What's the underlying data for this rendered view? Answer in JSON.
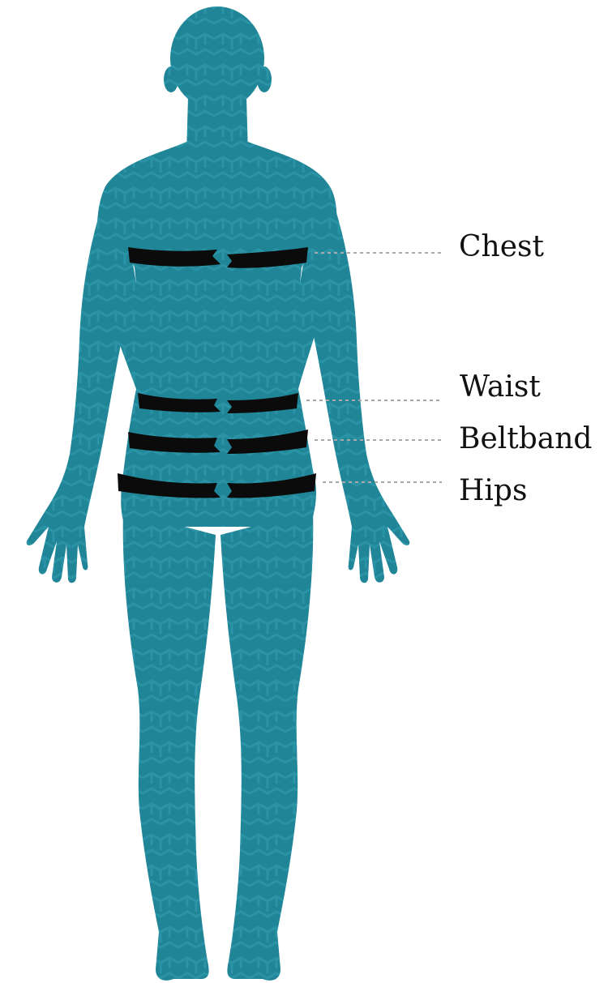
{
  "diagram": {
    "figure": "human-body-front-silhouette",
    "colors": {
      "body": "#1f8597",
      "pattern": "#2a93a5",
      "band": "#0b0b0b",
      "leader": "#a8a8a8",
      "label_text": "#111111"
    },
    "measurements": [
      {
        "id": "chest",
        "label": "Chest"
      },
      {
        "id": "waist",
        "label": "Waist"
      },
      {
        "id": "beltband",
        "label": "Beltband"
      },
      {
        "id": "hips",
        "label": "Hips"
      }
    ]
  }
}
